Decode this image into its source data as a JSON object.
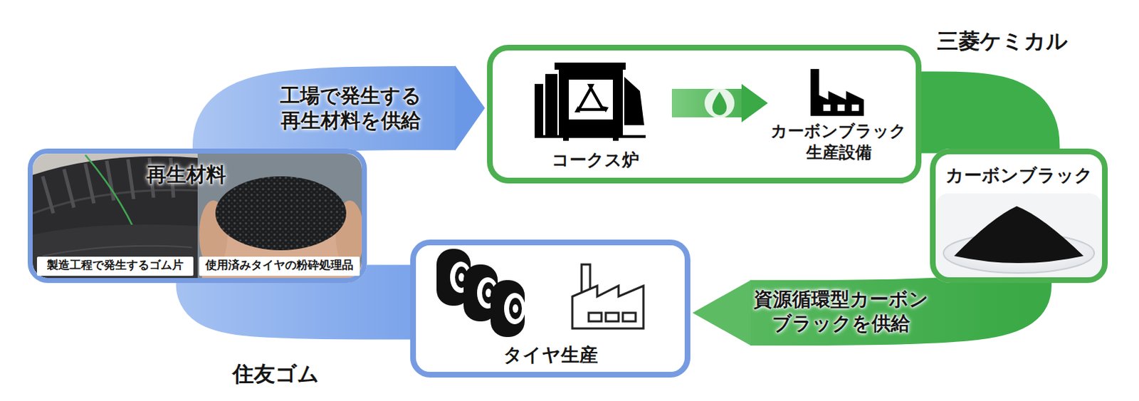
{
  "diagram": {
    "nodes": [
      {
        "text": [
          "再生材料"
        ]
      },
      {
        "text": [
          "製造工程で発生するゴム片"
        ],
        "in": 0
      },
      {
        "text": [
          "使用済みタイヤの粉砕処理品"
        ],
        "in": 0
      },
      {
        "text": [
          "三菱ケミカル"
        ]
      },
      {
        "text": [
          "コークス炉"
        ],
        "in": 3
      },
      {
        "text": [
          "カーボンブラック 生産設備"
        ],
        "in": 3
      },
      {
        "text": [
          "カーボンブラック"
        ]
      },
      {
        "text": [
          "タイヤ生産"
        ]
      }
    ],
    "edges": [
      {
        "from": 0,
        "to": 3,
        "arrow": "to",
        "label": "工場で発生する 再生材料を供給"
      },
      {
        "from": 3,
        "to": 6,
        "arrow": "none"
      },
      {
        "from": 6,
        "to": 7,
        "arrow": "to",
        "label": "資源循環型カーボン ブラックを供給"
      },
      {
        "from": 7,
        "to": 0,
        "arrow": "none"
      },
      {
        "from": 4,
        "to": 5,
        "arrow": "to"
      }
    ],
    "labels": [
      "住友ゴム"
    ]
  }
}
